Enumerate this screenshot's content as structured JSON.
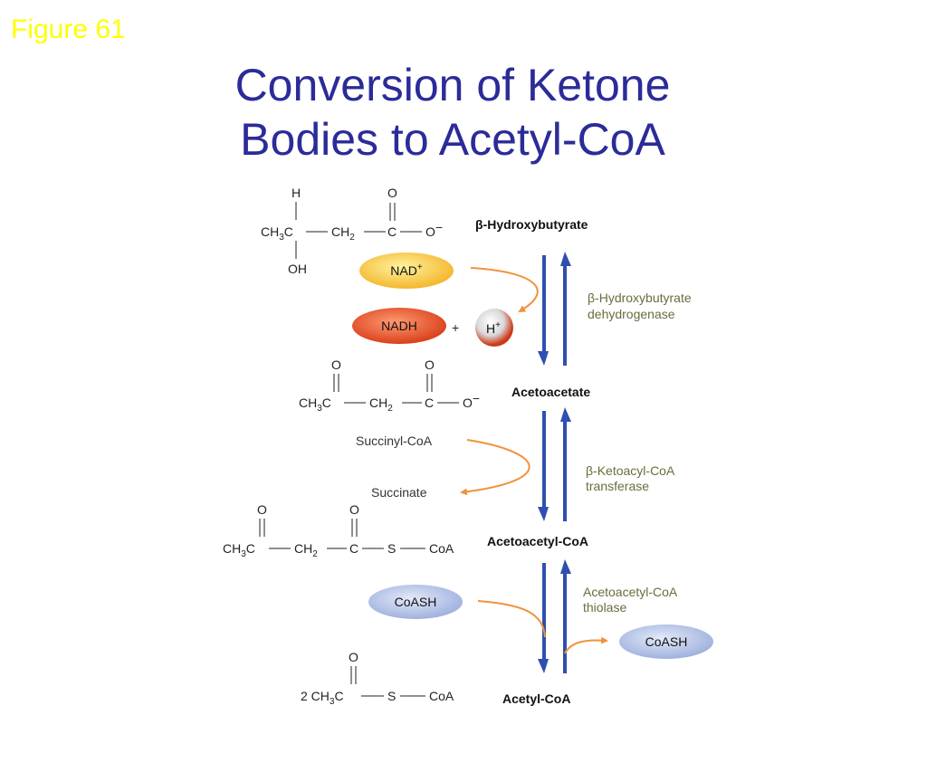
{
  "figure_label": "Figure 61",
  "title": {
    "line1": "Conversion of Ketone",
    "line2": "Bodies to Acetyl-CoA"
  },
  "compounds": {
    "hydroxybutyrate": "β-Hydroxybutyrate",
    "acetoacetate": "Acetoacetate",
    "acetoacetyl_coa": "Acetoacetyl-CoA",
    "acetyl_coa": "Acetyl-CoA"
  },
  "enzymes": {
    "dehydrogenase_line1": "β-Hydroxybutyrate",
    "dehydrogenase_line2": "dehydrogenase",
    "transferase_line1": "β-Ketoacyl-CoA",
    "transferase_line2": "transferase",
    "thiolase_line1": "Acetoacetyl-CoA",
    "thiolase_line2": "thiolase"
  },
  "cofactors": {
    "nad": "NAD",
    "nad_sup": "+",
    "nadh": "NADH",
    "plus": "+",
    "h": "H",
    "h_sup": "+",
    "succinyl_coa": "Succinyl-CoA",
    "succinate": "Succinate",
    "coash_in": "CoASH",
    "coash_out": "CoASH"
  },
  "structures": {
    "H": "H",
    "O": "O",
    "CH3C": "CH",
    "three": "3",
    "two": "2",
    "C": "C",
    "CH2": "CH",
    "O_minus": "O",
    "minus": "−",
    "OH": "OH",
    "S": "S",
    "CoA": "CoA",
    "two_CH3C": "2 CH"
  },
  "colors": {
    "title": "#2b2b99",
    "figure_label": "#ffff00",
    "arrow_blue": "#2f4fb0",
    "arrow_orange": "#f0923c",
    "nad": "#f6c53a",
    "nadh": "#e0502a",
    "coash": "#aab9e0"
  }
}
